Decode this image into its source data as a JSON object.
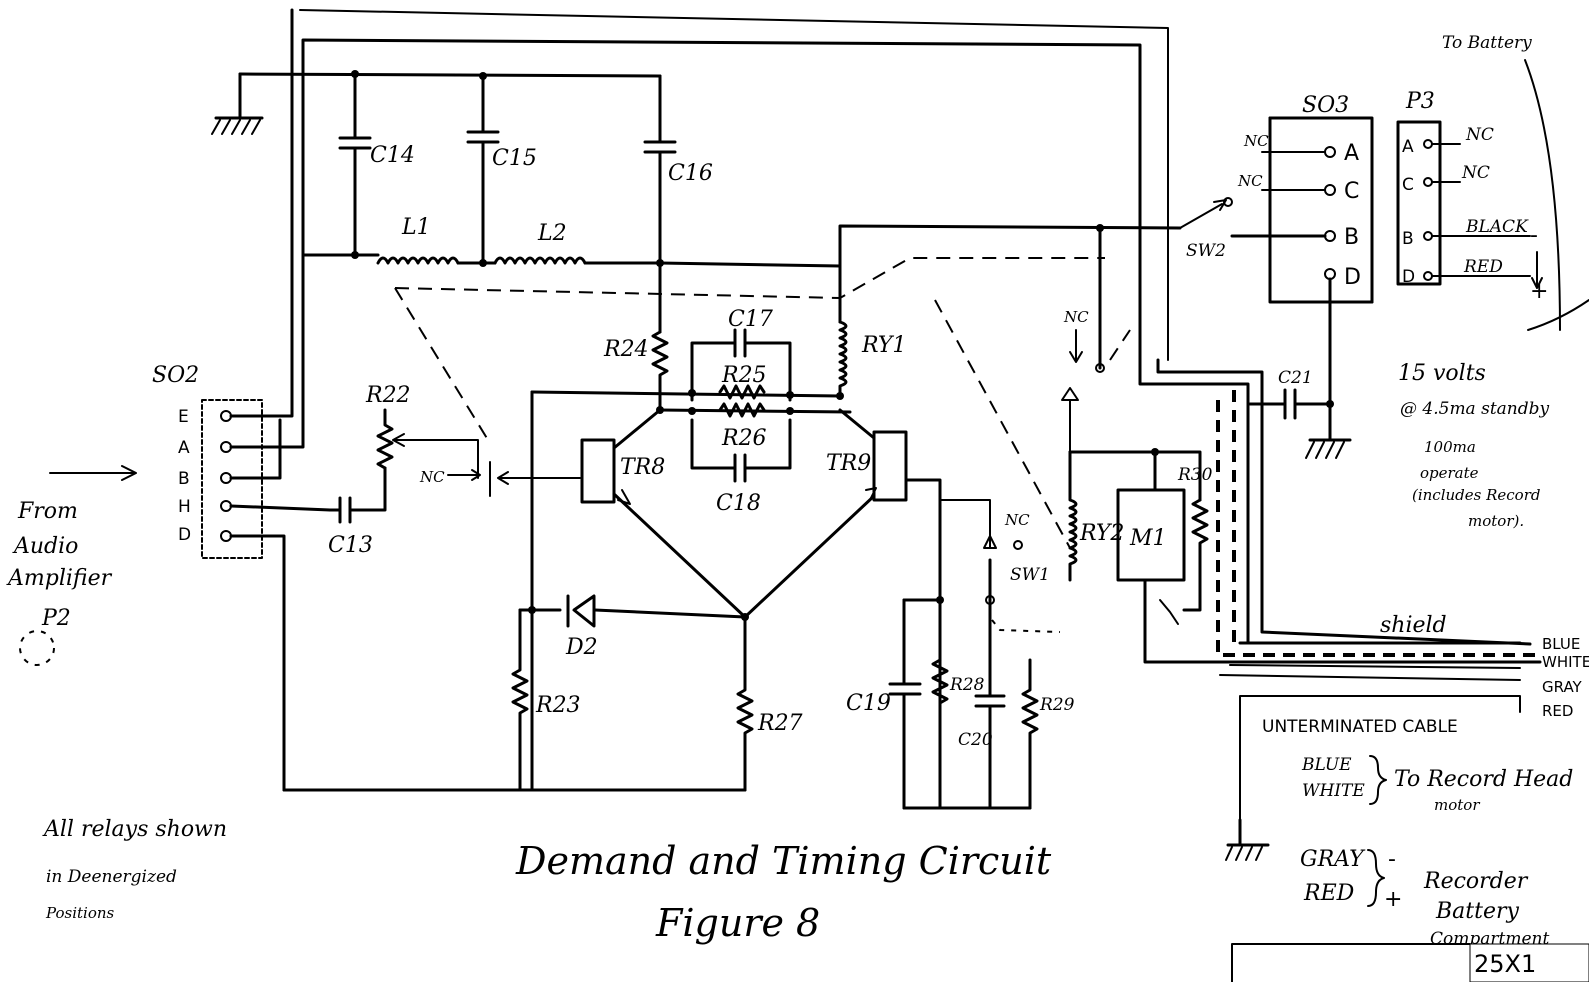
{
  "title": {
    "line1": "Demand and Timing Circuit",
    "line2": "Figure 8"
  },
  "note": {
    "line1": "All relays shown",
    "line2": "in Deenergized",
    "line3": "Positions"
  },
  "source": {
    "line1": "From",
    "line2": "Audio",
    "line3": "Amplifier",
    "plug": "P2"
  },
  "battery": {
    "to_label": "To Battery",
    "voltage": "15 volts",
    "standby": "@ 4.5ma standby",
    "operate_1": "100ma",
    "operate_2": "operate",
    "operate_3": "(includes Record",
    "operate_4": "motor)."
  },
  "connectors": {
    "so2": {
      "label": "SO2",
      "pins": [
        "E",
        "A",
        "B",
        "H",
        "D"
      ]
    },
    "so3": {
      "label": "SO3",
      "pins": [
        "A",
        "C",
        "B",
        "D"
      ]
    },
    "p3": {
      "label": "P3",
      "pins": [
        "A",
        "C",
        "B",
        "D"
      ]
    }
  },
  "p3_wires": {
    "nc1": "NC",
    "nc2": "NC",
    "black": "BLACK",
    "red": "RED",
    "minus": "-",
    "plus": "+"
  },
  "components": {
    "C13": "C13",
    "C14": "C14",
    "C15": "C15",
    "C16": "C16",
    "C17": "C17",
    "C18": "C18",
    "C19": "C19",
    "C20": "C20",
    "C21": "C21",
    "L1": "L1",
    "L2": "L2",
    "R22": "R22",
    "R23": "R23",
    "R24": "R24",
    "R25": "R25",
    "R26": "R26",
    "R27": "R27",
    "R28": "R28",
    "R29": "R29",
    "R30": "R30",
    "RY1": "RY1",
    "RY2": "RY2",
    "TR8": "TR8",
    "TR9": "TR9",
    "D2": "D2",
    "M1": "M1",
    "SW1": "SW1",
    "SW2": "SW2"
  },
  "nc_labels": {
    "r22": "NC",
    "sw1": "NC",
    "ry2": "NC",
    "so3_a": "NC",
    "so3_c": "NC"
  },
  "cable": {
    "shield": "shield",
    "wires": [
      "BLUE",
      "WHITE",
      "GRAY",
      "RED"
    ],
    "unterminated": "UNTERMINATED CABLE",
    "blue": "BLUE",
    "white": "WHITE",
    "to_record": "To Record Head",
    "motor": "motor",
    "gray": "GRAY",
    "red": "RED",
    "minus": "-",
    "plus": "+",
    "recorder": "Recorder",
    "battery_word": "Battery",
    "compartment": "Compartment"
  },
  "page_id": "25X1"
}
